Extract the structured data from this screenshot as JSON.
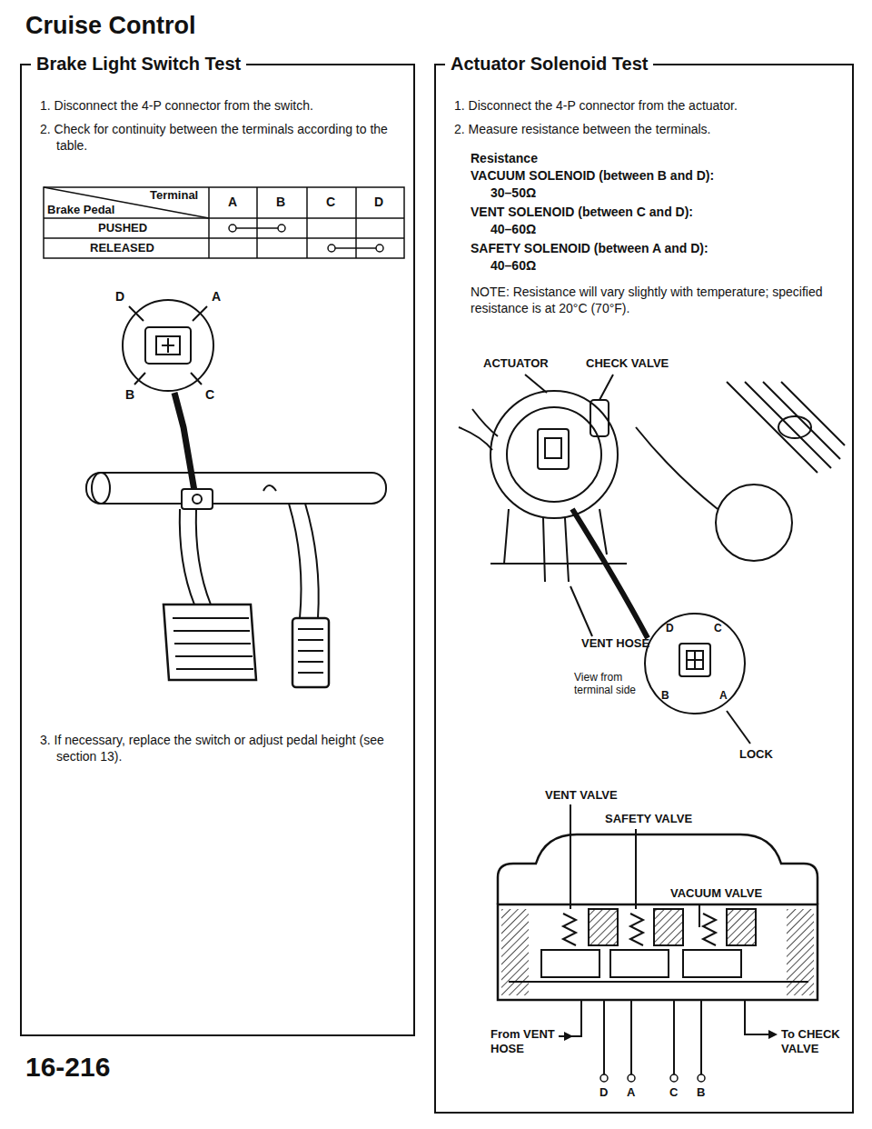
{
  "diagram": {
    "title": "Cruise Control",
    "nodes": [
      {
        "text": [
          "Brake Light Switch Test",
          "1. Disconnect the 4-P connector from the switch.",
          "2. Check for continuity between the terminals according to the table.",
          "3. If necessary, replace the switch or adjust pedal height (see section 13)."
        ]
      },
      {
        "text": [
          "Actuator Solenoid Test",
          "1. Disconnect the 4-P connector from the actuator.",
          "2. Measure resistance between the terminals.",
          "Resistance",
          "VACUUM SOLENOID (between B and D):",
          "30–50Ω",
          "VENT SOLENOID (between C and D):",
          "40–60Ω",
          "SAFETY SOLENOID (between A and D):",
          "40–60Ω",
          "NOTE: Resistance will vary slightly with temperature; specified resistance is at 20°C (70°F)."
        ]
      }
    ],
    "labels": [
      "Terminal",
      "Brake Pedal",
      "A",
      "B",
      "C",
      "D",
      "PUSHED",
      "RELEASED",
      "D",
      "A",
      "B",
      "C",
      "ACTUATOR",
      "CHECK VALVE",
      "VENT HOSE",
      "D",
      "C",
      "View from terminal side",
      "B",
      "A",
      "LOCK",
      "VENT VALVE",
      "SAFETY VALVE",
      "VACUUM VALVE",
      "From VENT HOSE",
      "To CHECK VALVE",
      "D",
      "A",
      "C",
      "B",
      "16-216"
    ]
  }
}
